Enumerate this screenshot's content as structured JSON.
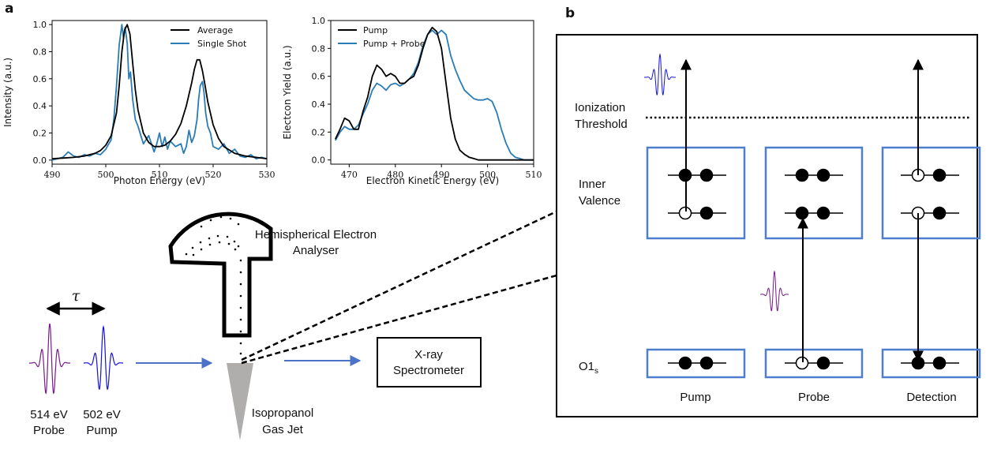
{
  "colors": {
    "black": "#000000",
    "series_blue": "#2a7cb5",
    "box_blue": "#4f7fcc",
    "arrow_blue": "#4a73c8",
    "pulse_purple": "#7a1a8c",
    "pulse_blue": "#1414d8",
    "jet_gray": "#b0adad"
  },
  "panel_labels": {
    "a": "a",
    "b": "b"
  },
  "chart_data": [
    {
      "type": "line",
      "xlabel": "Photon Energy (eV)",
      "ylabel": "Intensity (a.u.)",
      "xlim": [
        490,
        530
      ],
      "ylim": [
        -0.03,
        1.03
      ],
      "x_ticks": [
        "490",
        "500",
        "510",
        "520",
        "530"
      ],
      "y_ticks": [
        "0.0",
        "0.2",
        "0.4",
        "0.6",
        "0.8",
        "1.0"
      ],
      "legend_position": "top-right",
      "series": [
        {
          "name": "Average",
          "color": "#000000",
          "x": [
            490,
            492,
            494,
            496,
            498,
            499,
            500,
            501,
            502,
            502.5,
            503,
            503.5,
            504,
            504.5,
            505,
            505.5,
            506,
            507,
            508,
            509,
            510,
            511,
            512,
            513,
            514,
            515,
            516,
            516.5,
            517,
            517.5,
            518,
            518.5,
            519,
            520,
            521,
            522,
            524,
            526,
            528,
            530
          ],
          "y": [
            0.01,
            0.015,
            0.02,
            0.03,
            0.05,
            0.07,
            0.11,
            0.18,
            0.35,
            0.55,
            0.8,
            0.96,
            1.0,
            0.93,
            0.72,
            0.52,
            0.37,
            0.2,
            0.13,
            0.1,
            0.1,
            0.11,
            0.14,
            0.19,
            0.27,
            0.4,
            0.57,
            0.67,
            0.74,
            0.74,
            0.66,
            0.55,
            0.43,
            0.26,
            0.16,
            0.1,
            0.05,
            0.03,
            0.02,
            0.01
          ]
        },
        {
          "name": "Single Shot",
          "color": "#2a7cb5",
          "x": [
            490,
            491,
            492,
            493,
            494,
            495,
            496,
            497,
            498,
            499,
            500,
            501,
            501.5,
            502,
            502.5,
            503,
            503.3,
            503.6,
            504,
            504.3,
            504.6,
            505,
            505.5,
            506,
            507,
            508,
            509,
            509.5,
            510,
            510.5,
            511,
            511.5,
            512,
            513,
            514,
            514.5,
            515,
            515.5,
            516,
            516.5,
            517,
            517.3,
            517.6,
            518,
            518.3,
            518.6,
            519,
            519.5,
            520,
            521,
            522,
            523,
            524,
            525,
            526,
            527,
            528,
            529,
            530
          ],
          "y": [
            0.0,
            0.01,
            0.02,
            0.06,
            0.03,
            0.02,
            0.04,
            0.03,
            0.05,
            0.04,
            0.08,
            0.15,
            0.3,
            0.55,
            0.85,
            1.0,
            0.9,
            0.98,
            0.86,
            0.6,
            0.65,
            0.45,
            0.3,
            0.25,
            0.12,
            0.18,
            0.06,
            0.12,
            0.2,
            0.1,
            0.17,
            0.08,
            0.14,
            0.1,
            0.12,
            0.05,
            0.1,
            0.22,
            0.13,
            0.18,
            0.3,
            0.45,
            0.55,
            0.58,
            0.5,
            0.35,
            0.25,
            0.2,
            0.1,
            0.08,
            0.12,
            0.05,
            0.08,
            0.03,
            0.02,
            0.04,
            0.01,
            0.02,
            0.01
          ]
        }
      ]
    },
    {
      "type": "line",
      "xlabel": "Electron Kinetic Energy (eV)",
      "ylabel": "Electcon Yield (a.u.)",
      "xlim": [
        466,
        510
      ],
      "ylim": [
        -0.03,
        1.0
      ],
      "x_ticks": [
        "470",
        "480",
        "490",
        "500",
        "510"
      ],
      "y_ticks": [
        "0.0",
        "0.2",
        "0.4",
        "0.6",
        "0.8",
        "1.0"
      ],
      "legend_position": "top-left",
      "series": [
        {
          "name": "Pump",
          "color": "#000000",
          "x": [
            467,
            468,
            469,
            470,
            471,
            472,
            473,
            474,
            475,
            476,
            477,
            478,
            479,
            480,
            481,
            482,
            483,
            484,
            485,
            486,
            487,
            488,
            489,
            490,
            491,
            492,
            493,
            494,
            495,
            496,
            497,
            498,
            500,
            502,
            504,
            506,
            508,
            510
          ],
          "y": [
            0.15,
            0.22,
            0.3,
            0.28,
            0.22,
            0.22,
            0.35,
            0.45,
            0.6,
            0.68,
            0.65,
            0.6,
            0.62,
            0.6,
            0.55,
            0.55,
            0.58,
            0.6,
            0.68,
            0.8,
            0.9,
            0.95,
            0.92,
            0.8,
            0.55,
            0.3,
            0.15,
            0.07,
            0.04,
            0.02,
            0.01,
            0.0,
            0.0,
            0.0,
            0.0,
            0.0,
            0.0,
            0.0
          ]
        },
        {
          "name": "Pump + Probe",
          "color": "#2a7cb5",
          "x": [
            467,
            468,
            469,
            470,
            471,
            472,
            473,
            474,
            475,
            476,
            477,
            478,
            479,
            480,
            481,
            482,
            483,
            484,
            485,
            486,
            487,
            488,
            489,
            490,
            491,
            492,
            493,
            494,
            495,
            496,
            497,
            498,
            499,
            500,
            501,
            502,
            503,
            504,
            505,
            506,
            507,
            508,
            509,
            510
          ],
          "y": [
            0.14,
            0.2,
            0.24,
            0.22,
            0.22,
            0.25,
            0.33,
            0.4,
            0.5,
            0.55,
            0.53,
            0.5,
            0.54,
            0.55,
            0.53,
            0.55,
            0.58,
            0.62,
            0.7,
            0.82,
            0.9,
            0.93,
            0.9,
            0.93,
            0.9,
            0.75,
            0.65,
            0.57,
            0.5,
            0.47,
            0.44,
            0.43,
            0.43,
            0.44,
            0.42,
            0.34,
            0.22,
            0.12,
            0.05,
            0.02,
            0.01,
            0.0,
            0.0,
            0.0
          ]
        }
      ]
    }
  ],
  "setup": {
    "tau": "τ",
    "probe_energy": "514 eV",
    "probe_label": "Probe",
    "pump_energy": "502 eV",
    "pump_label": "Pump",
    "analyser_line1": "Hemispherical Electron",
    "analyser_line2": "Analyser",
    "spectrometer_line1": "X-ray",
    "spectrometer_line2": "Spectrometer",
    "jet_line1": "Isopropanol",
    "jet_line2": "Gas Jet"
  },
  "level_diagram": {
    "ionization_line1": "Ionization",
    "ionization_line2": "Threshold",
    "inner_line1": "Inner",
    "inner_line2": "Valence",
    "core_main": "O1",
    "core_sub": "s",
    "columns": [
      "Pump",
      "Probe",
      "Detection"
    ]
  }
}
